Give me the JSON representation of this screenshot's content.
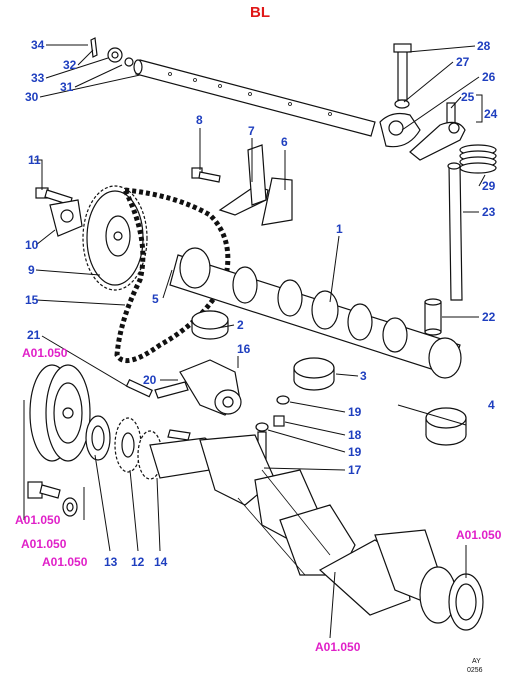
{
  "header": {
    "title": "BL"
  },
  "footer": {
    "code_line1": "AY",
    "code_line2": "0256"
  },
  "callouts": {
    "c1": "1",
    "c2": "2",
    "c3": "3",
    "c4": "4",
    "c5": "5",
    "c6": "6",
    "c7": "7",
    "c8": "8",
    "c9": "9",
    "c10": "10",
    "c11": "11",
    "c12": "12",
    "c13": "13",
    "c14": "14",
    "c15": "15",
    "c16": "16",
    "c17": "17",
    "c18": "18",
    "c19a": "19",
    "c19b": "19",
    "c20": "20",
    "c21": "21",
    "c22": "22",
    "c23": "23",
    "c24": "24",
    "c25": "25",
    "c26": "26",
    "c27": "27",
    "c28": "28",
    "c29": "29",
    "c30": "30",
    "c31": "31",
    "c32": "32",
    "c33": "33",
    "c34": "34"
  },
  "references": {
    "r1": "A01.050",
    "r2": "A01.050",
    "r3": "A01.050",
    "r4": "A01.050",
    "r5": "A01.050",
    "r6": "A01.050"
  },
  "colors": {
    "callout": "#1f3fbf",
    "reference": "#e020c8",
    "title": "#e01818",
    "line": "#111111"
  }
}
